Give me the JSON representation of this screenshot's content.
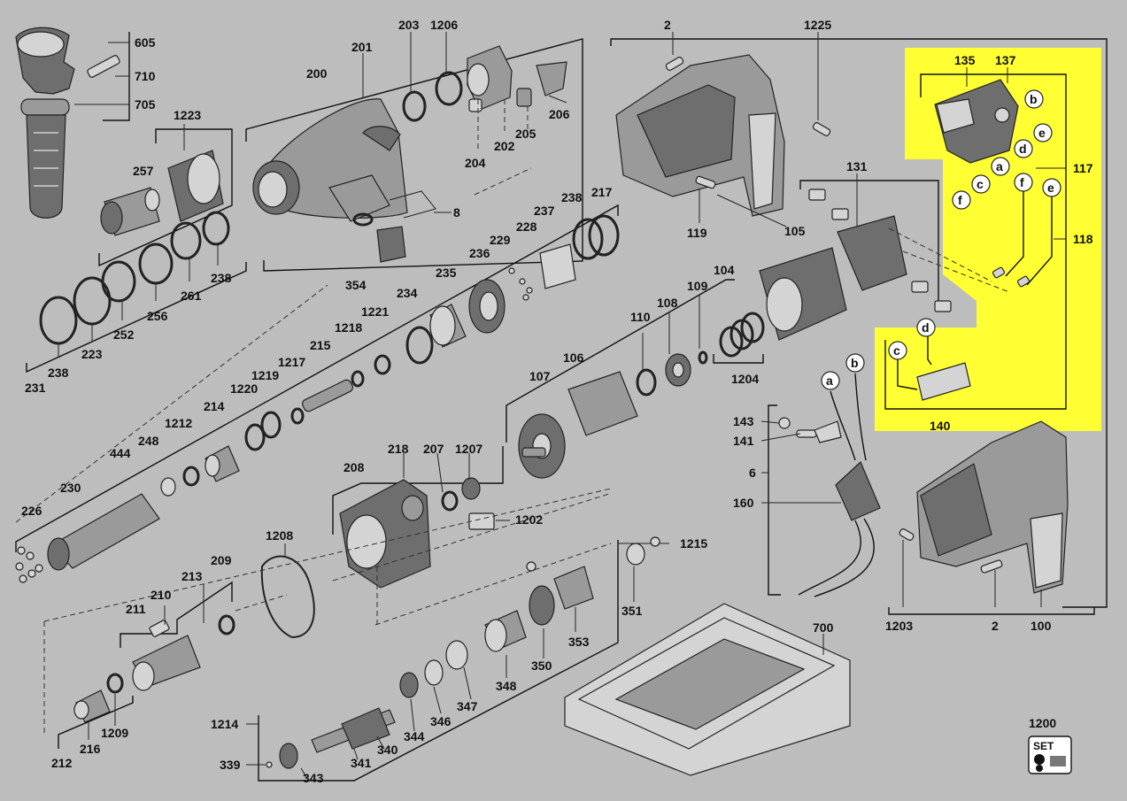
{
  "highlight_color": "#ffff33",
  "background_color": "#bdbdbd",
  "callouts": {
    "c605": "605",
    "c710": "710",
    "c705": "705",
    "c203": "203",
    "c1206": "1206",
    "c201": "201",
    "c200": "200",
    "c2a": "2",
    "c1225": "1225",
    "c135": "135",
    "c137": "137",
    "c1223": "1223",
    "c257": "257",
    "c206": "206",
    "c205": "205",
    "c202": "202",
    "c204": "204",
    "c8": "8",
    "c354": "354",
    "c238a": "238",
    "c217": "217",
    "c237": "237",
    "c228": "228",
    "c229": "229",
    "c236": "236",
    "c235": "235",
    "c234": "234",
    "c261": "261",
    "c256": "256",
    "c252": "252",
    "c223": "223",
    "c238b": "238",
    "c238c": "238",
    "c231": "231",
    "c119": "119",
    "c105": "105",
    "c131": "131",
    "c117": "117",
    "c118": "118",
    "c104": "104",
    "c109": "109",
    "c108": "108",
    "c110": "110",
    "c1204": "1204",
    "c106": "106",
    "c107": "107",
    "c1221": "1221",
    "c1218": "1218",
    "c215": "215",
    "c1217": "1217",
    "c1219": "1219",
    "c1220": "1220",
    "c214": "214",
    "c1212": "1212",
    "c248": "248",
    "c444": "444",
    "c230": "230",
    "c226": "226",
    "c218": "218",
    "c207": "207",
    "c1207": "1207",
    "c208": "208",
    "c1202": "1202",
    "c1208": "1208",
    "c209": "209",
    "c213": "213",
    "c210": "210",
    "c211": "211",
    "c1209": "1209",
    "c216": "216",
    "c212": "212",
    "c143": "143",
    "c141": "141",
    "c6": "6",
    "c160": "160",
    "c140": "140",
    "c1215": "1215",
    "c351": "351",
    "c353": "353",
    "c350": "350",
    "c348": "348",
    "c347": "347",
    "c346": "346",
    "c344": "344",
    "c340": "340",
    "c341": "341",
    "c343": "343",
    "c339": "339",
    "c1214": "1214",
    "c700": "700",
    "c1203": "1203",
    "c2b": "2",
    "c100": "100",
    "c1200": "1200"
  },
  "wire_letters": {
    "b1": "b",
    "e1": "e",
    "d1": "d",
    "a1": "a",
    "c1": "c",
    "f1": "f",
    "f2": "f",
    "e2": "e",
    "c2": "c",
    "d2": "d",
    "a2": "a",
    "b2": "b"
  },
  "set_badge": "SET"
}
